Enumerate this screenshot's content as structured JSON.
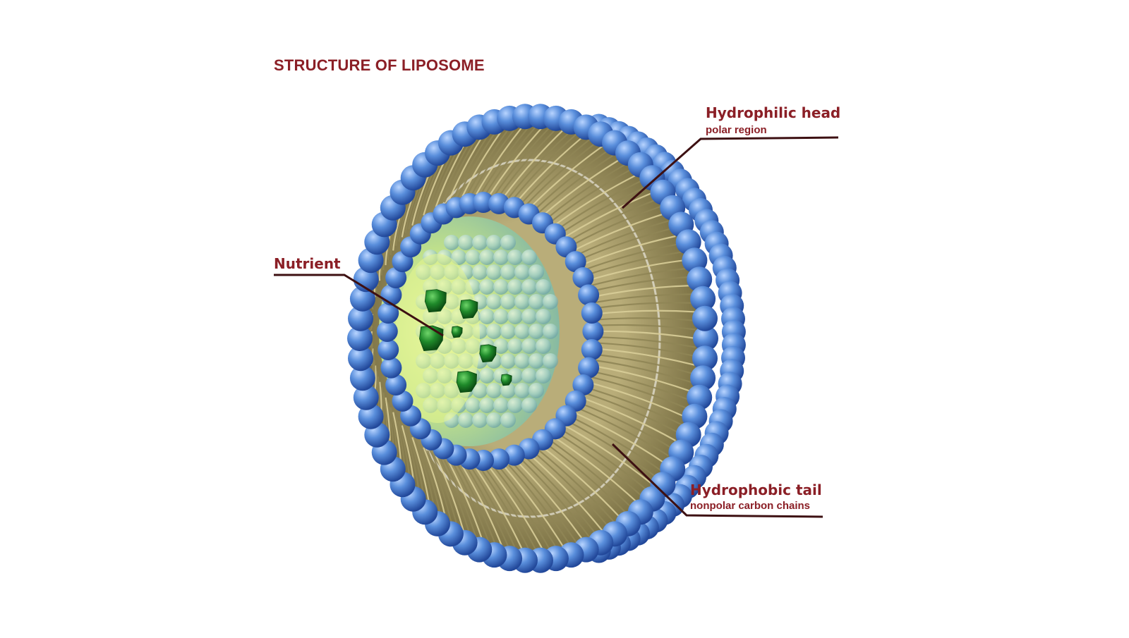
{
  "title": "STRUCTURE OF LIPOSOME",
  "labels": {
    "hydrophilic_head": "Hydrophilic head",
    "hydrophilic_sub": "polar region",
    "nutrient": "Nutrient",
    "hydrophobic_tail": "Hydrophobic  tail",
    "hydrophobic_sub": "nonpolar carbon chains"
  },
  "colors": {
    "label_text": "#8b1f26",
    "leader_line": "#3d1012",
    "head_blue": "#4a7fd0",
    "tail_olive": "#8f8555",
    "core_green": "#c9e38f",
    "nutrient_green": "#1f8a2a"
  }
}
